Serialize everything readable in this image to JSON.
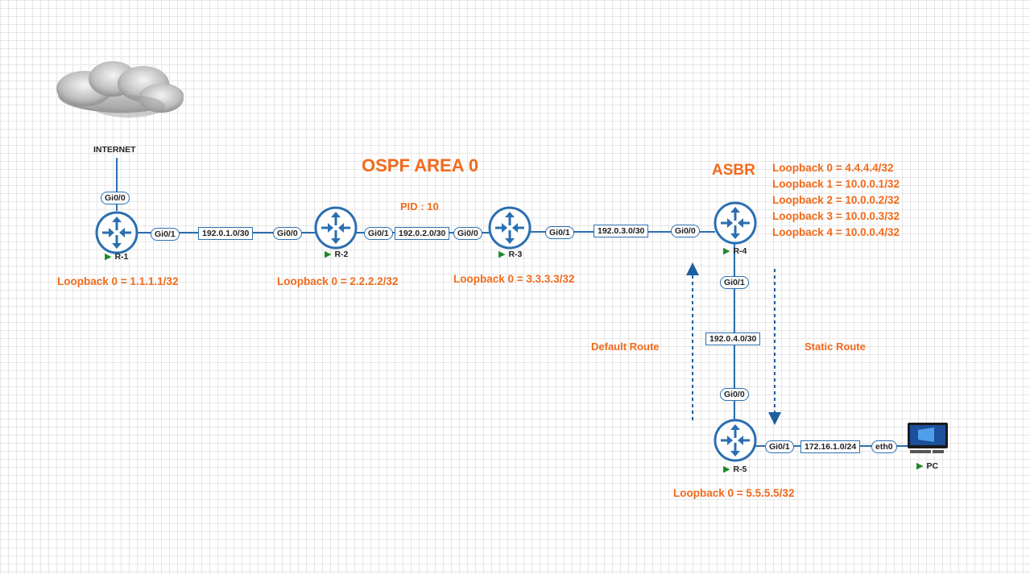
{
  "title": "OSPF AREA 0",
  "pid": "PID : 10",
  "asbr_label": "ASBR",
  "internet_label": "INTERNET",
  "default_route_label": "Default Route",
  "static_route_label": "Static Route",
  "routers": [
    {
      "name": "R-1",
      "loopbacks": [
        "Loopback 0 = 1.1.1.1/32"
      ]
    },
    {
      "name": "R-2",
      "loopbacks": [
        "Loopback 0 = 2.2.2.2/32"
      ]
    },
    {
      "name": "R-3",
      "loopbacks": [
        "Loopback 0 = 3.3.3.3/32"
      ]
    },
    {
      "name": "R-4",
      "loopbacks": [
        "Loopback 0 = 4.4.4.4/32",
        "Loopback 1 = 10.0.0.1/32",
        "Loopback 2 = 10.0.0.2/32",
        "Loopback 3 = 10.0.0.3/32",
        "Loopback 4 = 10.0.0.4/32"
      ]
    },
    {
      "name": "R-5",
      "loopbacks": [
        "Loopback 0 = 5.5.5.5/32"
      ]
    }
  ],
  "pc": {
    "name": "PC"
  },
  "links": [
    {
      "from": "INTERNET",
      "to": "R-1",
      "to_port": "Gi0/0"
    },
    {
      "from": "R-1",
      "from_port": "Gi0/1",
      "network": "192.0.1.0/30",
      "to": "R-2",
      "to_port": "Gi0/0"
    },
    {
      "from": "R-2",
      "from_port": "Gi0/1",
      "network": "192.0.2.0/30",
      "to": "R-3",
      "to_port": "Gi0/0"
    },
    {
      "from": "R-3",
      "from_port": "Gi0/1",
      "network": "192.0.3.0/30",
      "to": "R-4",
      "to_port": "Gi0/0"
    },
    {
      "from": "R-4",
      "from_port": "Gi0/1",
      "network": "192.0.4.0/30",
      "to": "R-5",
      "to_port": "Gi0/0"
    },
    {
      "from": "R-5",
      "from_port": "Gi0/1",
      "network": "172.16.1.0/24",
      "to": "PC",
      "to_port": "eth0"
    }
  ],
  "colors": {
    "accent": "#f26a1b",
    "link": "#2b6fb0",
    "status": "#1f8a2a"
  }
}
